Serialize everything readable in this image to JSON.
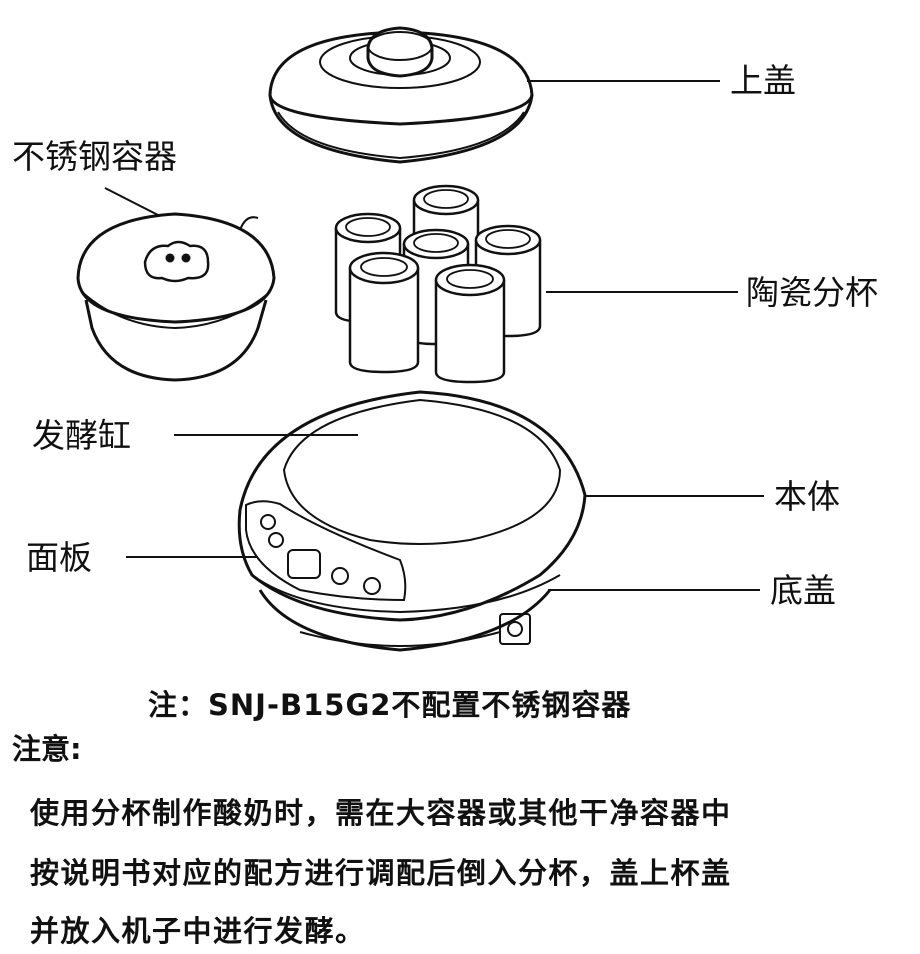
{
  "labels": {
    "top_lid": "上盖",
    "steel_container": "不锈钢容器",
    "ceramic_cups": "陶瓷分杯",
    "fermenter": "发酵缸",
    "body": "本体",
    "panel": "面板",
    "bottom_cover": "底盖"
  },
  "note": "注：SNJ-B15G2不配置不锈钢容器",
  "attention": {
    "heading": "注意:",
    "lines": [
      "使用分杯制作酸奶时，需在大容器或其他干净容器中",
      "按说明书对应的配方进行调配后倒入分杯，盖上杯盖",
      "并放入机子中进行发酵。"
    ]
  }
}
